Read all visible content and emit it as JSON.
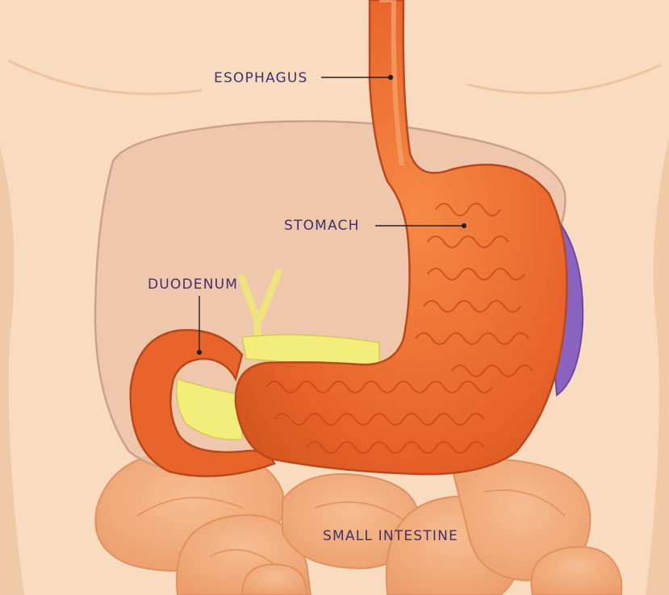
{
  "labels": {
    "esophagus": "ESOPHAGUS",
    "stomach": "STOMACH",
    "duodenum": "DUODENUM",
    "small_intestine": "SMALL INTESTINE"
  },
  "colors": {
    "skin": "#f9dcc0",
    "liver": "#edc7b0",
    "stomach": "#ea6a2c",
    "gallbladder": "#f3ee7a",
    "spleen": "#8a62c0",
    "intestine": "#f2ab7c",
    "label": "#43306b"
  }
}
